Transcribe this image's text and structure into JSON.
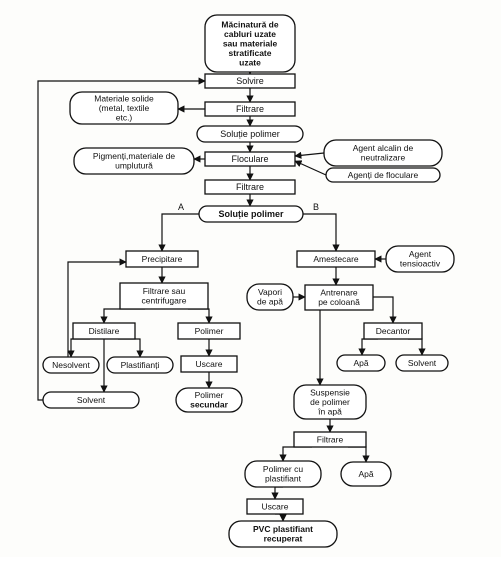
{
  "nodes": {
    "input": [
      "Măcinatură de",
      "cabluri uzate",
      "sau materiale",
      "stratificate",
      "uzate"
    ],
    "solvire": [
      "Solvire"
    ],
    "materiale": [
      "Materiale solide",
      "(metal, textile",
      "etc.)"
    ],
    "filtrare1": [
      "Filtrare"
    ],
    "solutie1": [
      "Soluție polimer"
    ],
    "pigmenti": [
      "Pigmenți,materiale de",
      "umplutură"
    ],
    "agent_alc": [
      "Agent alcalin de",
      "neutralizare"
    ],
    "floculare": [
      "Floculare"
    ],
    "agenti_floc": [
      "Agenți de floculare"
    ],
    "filtrare2": [
      "Filtrare"
    ],
    "solutie2": [
      "Soluție polimer"
    ],
    "precipitare": [
      "Precipitare"
    ],
    "amestecare": [
      "Amestecare"
    ],
    "agent_tens": [
      "Agent",
      "tensioactiv"
    ],
    "vapori": [
      "Vapori",
      "de apă"
    ],
    "antrenare": [
      "Antrenare",
      "pe coloană"
    ],
    "filtrare_cent": [
      "Filtrare sau",
      "centrifugare"
    ],
    "distilare": [
      "Distilare"
    ],
    "polimer": [
      "Polimer"
    ],
    "decantor": [
      "Decantor"
    ],
    "nesolvent": [
      "Nesolvent"
    ],
    "plastifianti": [
      "Plastifianți"
    ],
    "apa1": [
      "Apă"
    ],
    "solvent1": [
      "Solvent"
    ],
    "uscare1": [
      "Uscare"
    ],
    "solvent2": [
      "Solvent"
    ],
    "polimer_sec": [
      "Polimer",
      "secundar"
    ],
    "suspensie": [
      "Suspensie",
      "de polimer",
      "în apă"
    ],
    "filtrare3": [
      "Filtrare"
    ],
    "polimer_plast": [
      "Polimer cu",
      "plastifiant"
    ],
    "apa2": [
      "Apă"
    ],
    "uscare2": [
      "Uscare"
    ],
    "pvc": [
      "PVC plastifiant",
      "recuperat"
    ]
  },
  "branch_labels": {
    "a": "A",
    "b": "B"
  }
}
